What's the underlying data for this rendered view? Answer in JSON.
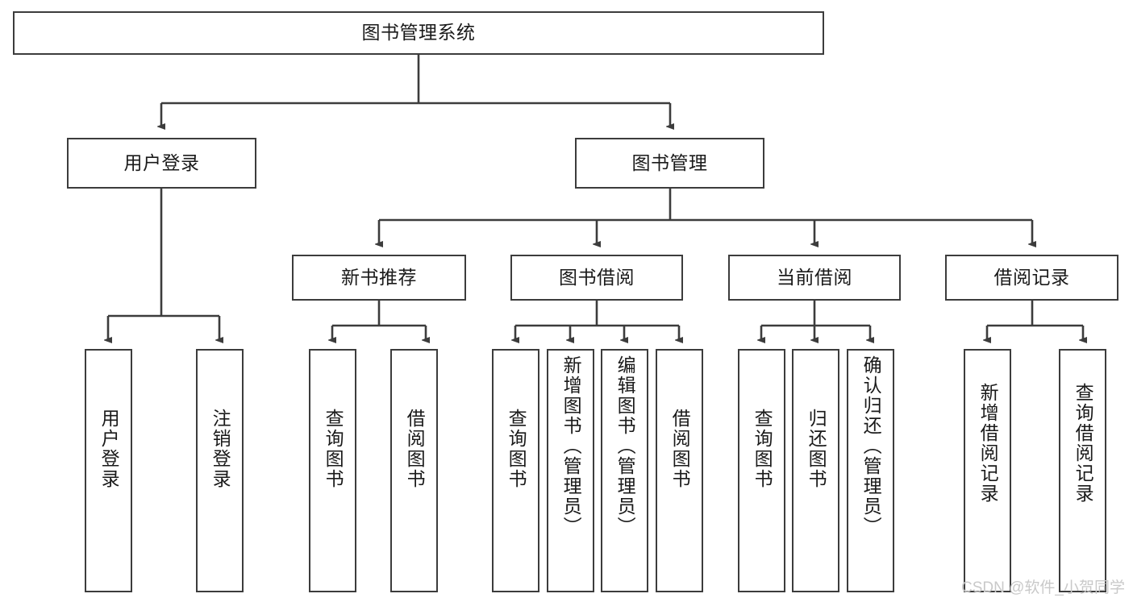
{
  "diagram": {
    "title": "图书管理系统",
    "type": "tree-hierarchy-chart",
    "watermark": "CSDN @软件_小贺同学",
    "nodes": {
      "root": {
        "label": "图书管理系统"
      },
      "level2": [
        {
          "id": "user-login",
          "label": "用户登录"
        },
        {
          "id": "book-manage",
          "label": "图书管理"
        }
      ],
      "level3": [
        {
          "id": "new-book-recommend",
          "label": "新书推荐"
        },
        {
          "id": "book-borrow",
          "label": "图书借阅"
        },
        {
          "id": "current-borrow",
          "label": "当前借阅"
        },
        {
          "id": "borrow-record",
          "label": "借阅记录"
        }
      ],
      "leaves": [
        {
          "id": "leaf-user-login",
          "label": "用户登录",
          "parent": "user-login"
        },
        {
          "id": "leaf-logout-login",
          "label": "注销登录",
          "parent": "user-login"
        },
        {
          "id": "leaf-query-book-1",
          "label": "查询图书",
          "parent": "new-book-recommend"
        },
        {
          "id": "leaf-borrow-book-1",
          "label": "借阅图书",
          "parent": "new-book-recommend"
        },
        {
          "id": "leaf-query-book-2",
          "label": "查询图书",
          "parent": "book-borrow"
        },
        {
          "id": "leaf-add-book",
          "label": "新增图书（管理员）",
          "parent": "book-borrow"
        },
        {
          "id": "leaf-edit-book",
          "label": "编辑图书（管理员）",
          "parent": "book-borrow"
        },
        {
          "id": "leaf-borrow-book-2",
          "label": "借阅图书",
          "parent": "book-borrow"
        },
        {
          "id": "leaf-query-book-3",
          "label": "查询图书",
          "parent": "current-borrow"
        },
        {
          "id": "leaf-return-book",
          "label": "归还图书",
          "parent": "current-borrow"
        },
        {
          "id": "leaf-confirm-return",
          "label": "确认归还（管理员）",
          "parent": "current-borrow"
        },
        {
          "id": "leaf-add-record",
          "label": "新增借阅记录",
          "parent": "borrow-record"
        },
        {
          "id": "leaf-query-record",
          "label": "查询借阅记录",
          "parent": "borrow-record"
        }
      ]
    },
    "colors": {
      "border": "#3c3c3c",
      "background": "#ffffff",
      "text": "#1a1a1a",
      "watermark": "#c9c9c9"
    }
  }
}
